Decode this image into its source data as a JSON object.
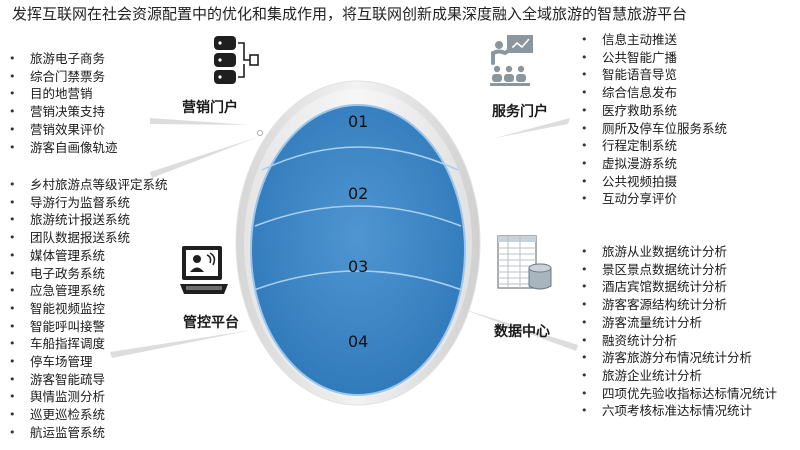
{
  "title": "发挥互联网在社会资源配置中的优化和集成作用，将互联网创新成果深度融入全域旅游的智慧旅游平台",
  "portals": {
    "marketing": {
      "label": "营销门户",
      "icon": "database-icon",
      "items": [
        "旅游电子商务",
        "综合门禁票务",
        "目的地营销",
        "营销决策支持",
        "营销效果评价",
        "游客自画像轨迹"
      ]
    },
    "service": {
      "label": "服务门户",
      "icon": "presenter-icon",
      "items": [
        "信息主动推送",
        "公共智能广播",
        "智能语音导览",
        "综合信息发布",
        "医疗救助系统",
        "厕所及停车位服务系统",
        "行程定制系统",
        "虚拟漫游系统",
        "公共视频拍摄",
        "互动分享评价"
      ]
    },
    "control": {
      "label": "管控平台",
      "icon": "monitor-icon",
      "items": [
        "乡村旅游点等级评定系统",
        "导游行为监督系统",
        "旅游统计报送系统",
        "团队数据报送系统",
        "媒体管理系统",
        "电子政务系统",
        "应急管理系统",
        "智能视频监控",
        "智能呼叫接警",
        "车船指挥调度",
        "停车场管理",
        "游客智能疏导",
        "舆情监测分析",
        "巡更巡检系统",
        "航运监管系统"
      ]
    },
    "data": {
      "label": "数据中心",
      "icon": "spreadsheet-icon",
      "items": [
        "旅游从业数据统计分析",
        "景区景点数据统计分析",
        "酒店宾馆数据统计分析",
        "游客客源结构统计分析",
        "游客流量统计分析",
        "融资统计分析",
        "游客旅游分布情况统计分析",
        "旅游企业统计分析",
        "四项优先验收指标达标情况统计",
        "六项考核标准达标情况统计"
      ]
    }
  },
  "globe": {
    "segments": [
      "01",
      "02",
      "03",
      "04"
    ],
    "color": "#3a84c4"
  }
}
